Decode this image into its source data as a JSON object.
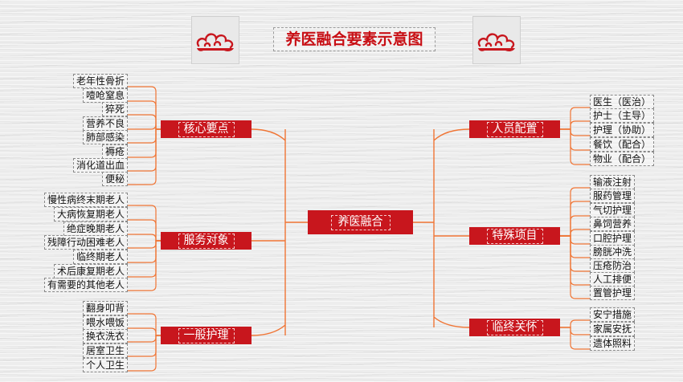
{
  "title": "养医融合要素示意图",
  "colors": {
    "primary": "#c8161d",
    "line": "#f07535",
    "title": "#c80f15"
  },
  "decorations": {
    "left": "cloud-icon",
    "right": "cloud-icon"
  },
  "center": {
    "label": "养医融合"
  },
  "branches": {
    "core": {
      "label": "核心要点",
      "items": [
        "老年性骨折",
        "噎呛窒息",
        "猝死",
        "营养不良",
        "肺部感染",
        "褥疮",
        "消化道出血",
        "便秘"
      ]
    },
    "service": {
      "label": "服务对象",
      "items": [
        "慢性病终末期老人",
        "大病恢复期老人",
        "绝症晚期老人",
        "残障行动困难老人",
        "临终期老人",
        "术后康复期老人",
        "有需要的其他老人"
      ]
    },
    "general": {
      "label": "一般护理",
      "items": [
        "翻身叩背",
        "喂水喂饭",
        "换衣洗衣",
        "居室卫生",
        "个人卫生"
      ]
    },
    "staff": {
      "label": "人员配置",
      "items": [
        "医生（医治）",
        "护士（主导）",
        "护理（协助）",
        "餐饮（配合）",
        "物业（配合）"
      ]
    },
    "special": {
      "label": "特殊项目",
      "items": [
        "输液注射",
        "服药管理",
        "气切护理",
        "鼻饲营养",
        "口腔护理",
        "膀胱冲洗",
        "压疮防治",
        "人工排便",
        "置管护理"
      ]
    },
    "hospice": {
      "label": "临终关怀",
      "items": [
        "安宁措施",
        "家属安抚",
        "遗体照料"
      ]
    }
  }
}
